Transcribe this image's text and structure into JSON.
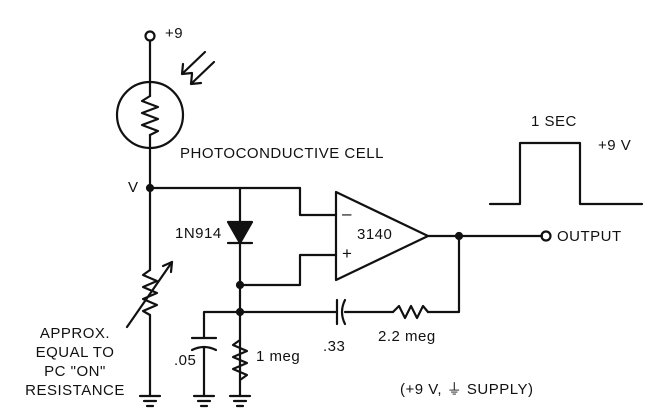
{
  "diagram": {
    "labels": {
      "supply_plus9": "+9",
      "photocell": "PHOTOCONDUCTIVE CELL",
      "node_v": "V",
      "diode": "1N914",
      "opamp": "3140",
      "minus": "–",
      "plus": "+",
      "output": "OUTPUT",
      "pulse_width": "1 SEC",
      "pulse_amp": "+9 V",
      "c_05": ".05",
      "r_1meg": "1 meg",
      "c_33": ".33",
      "r_22meg": "2.2 meg",
      "approx_line1": "APPROX.",
      "approx_line2": "EQUAL TO",
      "approx_line3": "PC \"ON\"",
      "approx_line4": "RESISTANCE",
      "supply_note": "(+9 V,  ⏚  SUPPLY)"
    },
    "colors": {
      "ink": "#111111",
      "background": "#ffffff"
    }
  }
}
